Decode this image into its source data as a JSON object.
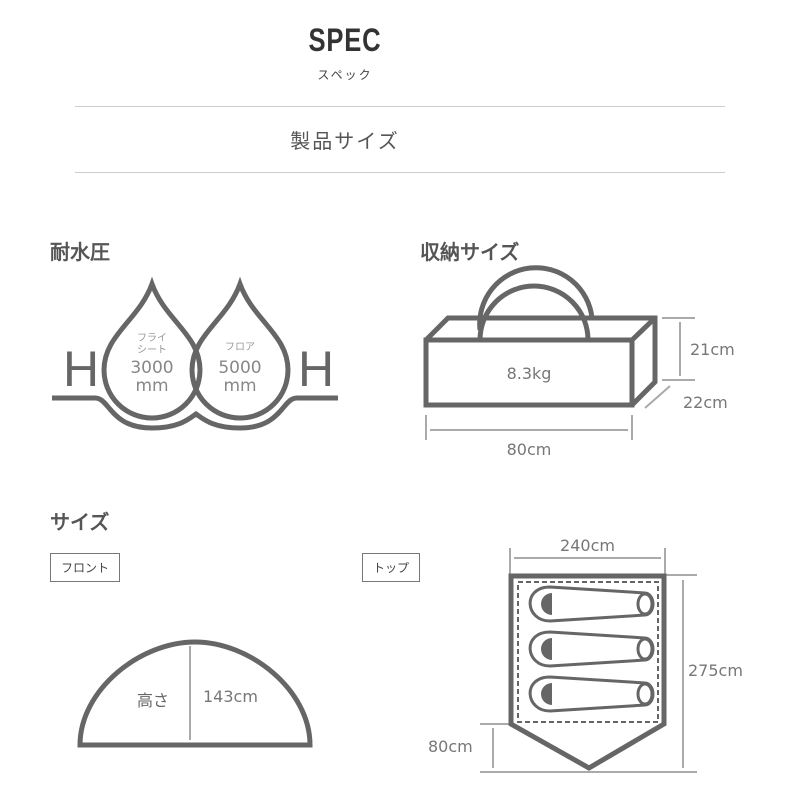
{
  "header": {
    "title": "SPEC",
    "subtitle": "スペック",
    "section_title": "製品サイズ"
  },
  "water_resistance": {
    "title": "耐水圧",
    "h_letter": "H",
    "fly": {
      "label_line1": "フライ",
      "label_line2": "シート",
      "value": "3000",
      "unit": "mm"
    },
    "floor": {
      "label": "フロア",
      "value": "5000",
      "unit": "mm"
    }
  },
  "storage": {
    "title": "収納サイズ",
    "weight": "8.3kg",
    "height": "21cm",
    "depth": "22cm",
    "width": "80cm"
  },
  "size": {
    "title": "サイズ",
    "front_tab": "フロント",
    "top_tab": "トップ",
    "height_label": "高さ",
    "height_value": "143cm",
    "top_width": "240cm",
    "top_length": "275cm",
    "vestibule": "80cm"
  },
  "colors": {
    "line": "#666666",
    "dim": "#aaaaaa",
    "text": "#555555"
  }
}
